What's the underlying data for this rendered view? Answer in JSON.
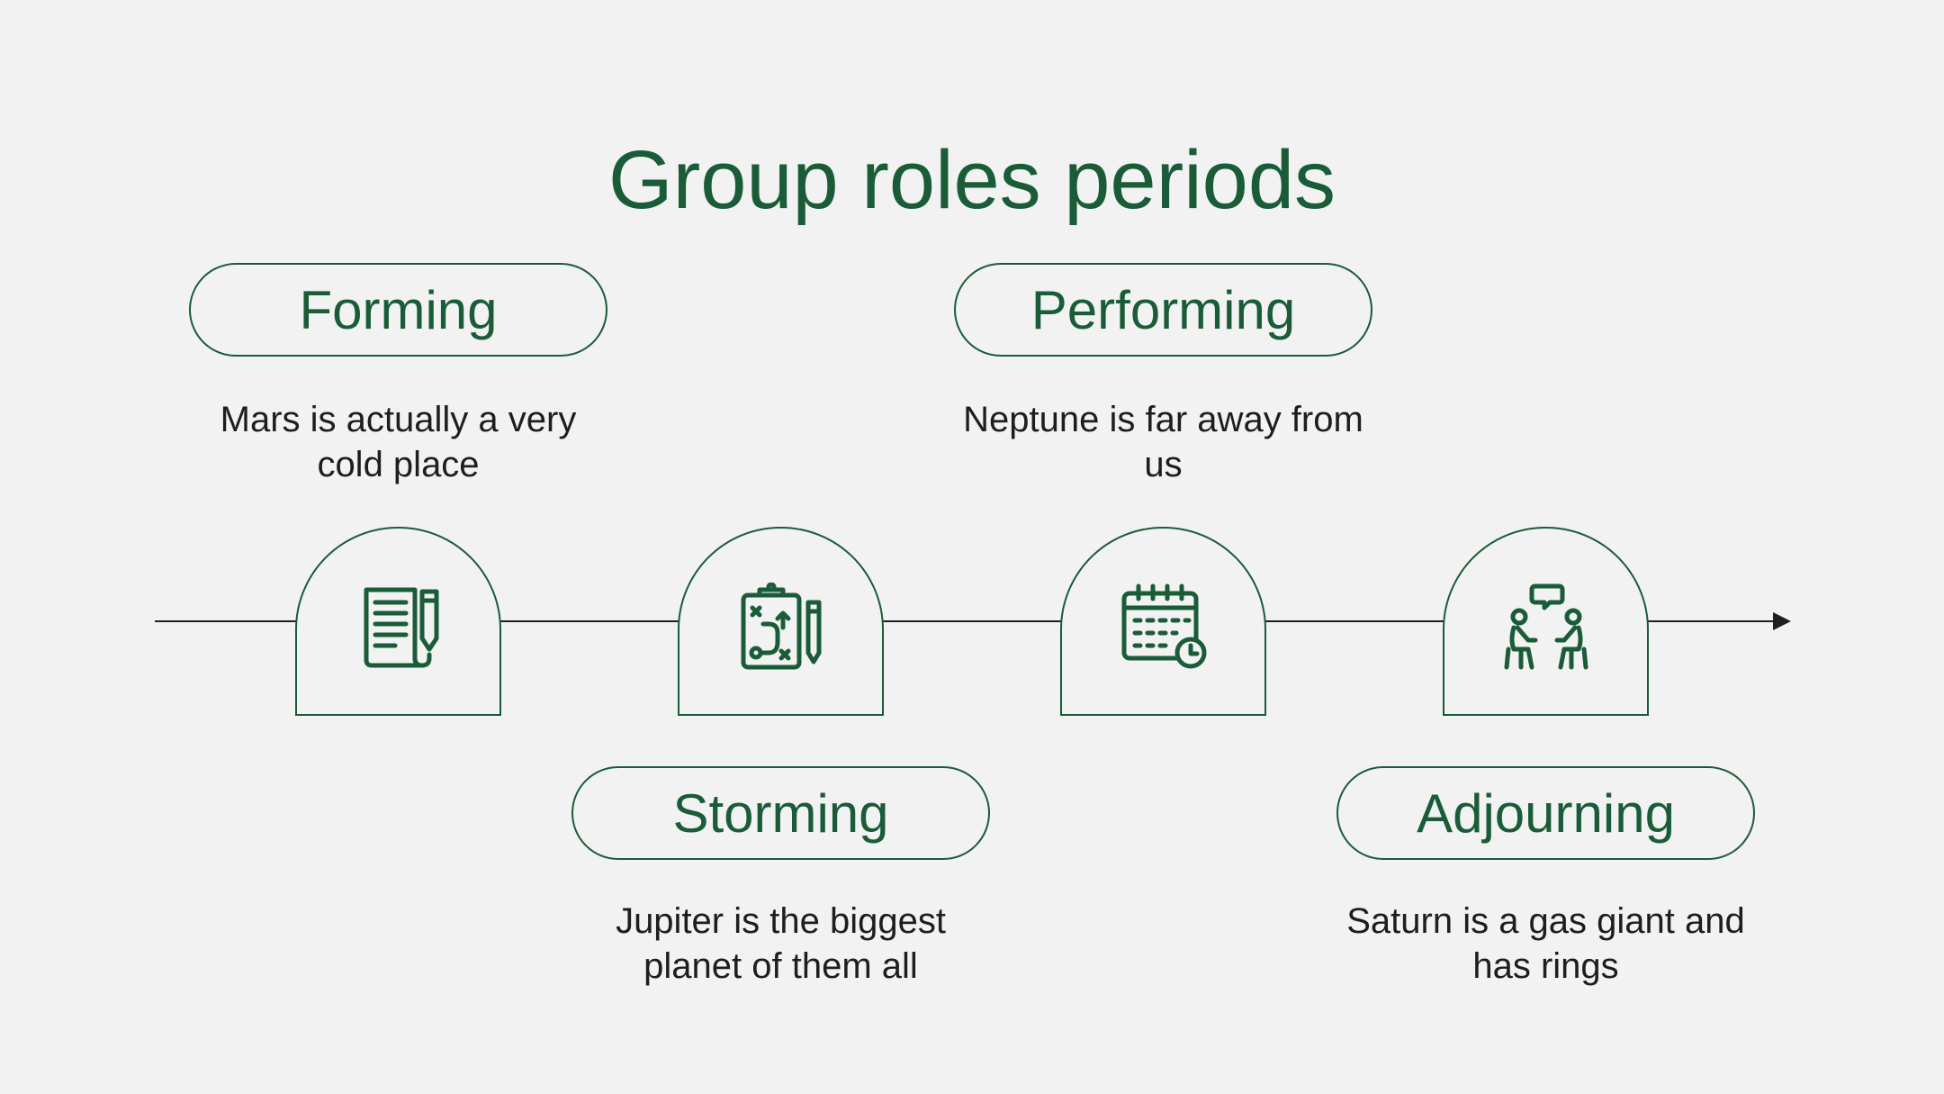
{
  "title": "Group roles periods",
  "colors": {
    "accent": "#1a5c38",
    "background": "#f2f2f2",
    "text": "#1e1e1e",
    "line": "#1f1f1f"
  },
  "stages": [
    {
      "label": "Forming",
      "text": "Mars is actually a very cold place",
      "icon": "document-pencil-icon"
    },
    {
      "label": "Storming",
      "text": "Jupiter is the biggest planet of them all",
      "icon": "strategy-clipboard-icon"
    },
    {
      "label": "Performing",
      "text": "Neptune is far away from us",
      "icon": "calendar-clock-icon"
    },
    {
      "label": "Adjourning",
      "text": "Saturn is a gas giant and has rings",
      "icon": "people-conversation-icon"
    }
  ]
}
